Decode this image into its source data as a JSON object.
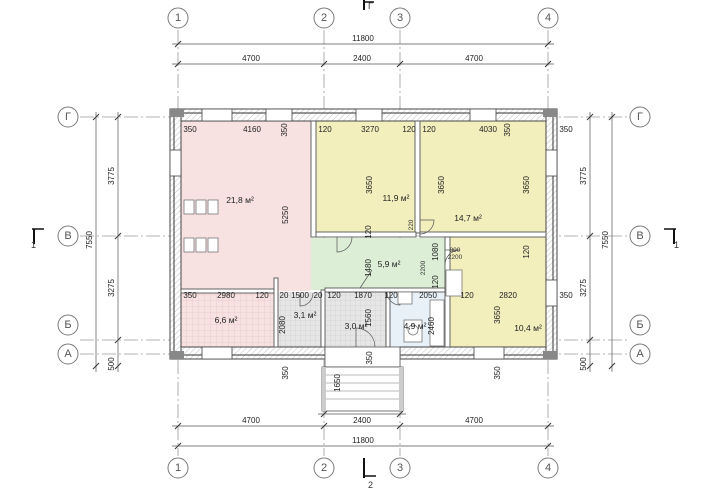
{
  "axes": {
    "columns": [
      "1",
      "2",
      "3",
      "4"
    ],
    "rows": [
      "Г",
      "В",
      "Б",
      "А"
    ]
  },
  "top_dims": {
    "overall": "11800",
    "segments": [
      "4700",
      "2400",
      "4700"
    ]
  },
  "bottom_dims": {
    "segments": [
      "4700",
      "2400",
      "4700"
    ],
    "overall": "11800",
    "porch_width": "2400",
    "porch_depth": "1650"
  },
  "left_dims": {
    "overall": "7550",
    "segments": [
      "3775",
      "3275",
      "500"
    ]
  },
  "right_dims": {
    "overall": "7550",
    "segments": [
      "3775",
      "3275",
      "500"
    ]
  },
  "interior_dims": {
    "top_row": [
      "350",
      "4160",
      "350",
      "120",
      "3270",
      "120",
      "4030",
      "350",
      "120",
      "350"
    ],
    "mid_row": [
      "350",
      "2980",
      "120",
      "20",
      "1500",
      "20",
      "120",
      "1870",
      "120",
      "2050",
      "120",
      "2820",
      "350"
    ],
    "vertical": [
      "3650",
      "5250",
      "3650",
      "3650",
      "3650",
      "2080",
      "1560",
      "1480",
      "1080",
      "2460",
      "120",
      "120",
      "120",
      "350",
      "350",
      "350"
    ],
    "small_labels": [
      "220",
      "2200",
      "800",
      "2200"
    ]
  },
  "rooms": [
    {
      "area": "21,8 м²"
    },
    {
      "area": "11,9 м²"
    },
    {
      "area": "14,7 м²"
    },
    {
      "area": "5,9 м²"
    },
    {
      "area": "10,4 м²"
    },
    {
      "area": "6,6 м²"
    },
    {
      "area": "3,1 м²"
    },
    {
      "area": "3,0 м²"
    },
    {
      "area": "4,9 м²"
    }
  ],
  "section_marks": {
    "top": "Г",
    "bottom": "2",
    "left": "1",
    "right": "1"
  },
  "colors": {
    "living_fill": "#f7e1e1",
    "bedroom_fill": "#f3efbd",
    "hall_fill": "#dcefd6",
    "wet_fill": "#e6e6e6",
    "bath_fill": "#e9f1f8"
  }
}
